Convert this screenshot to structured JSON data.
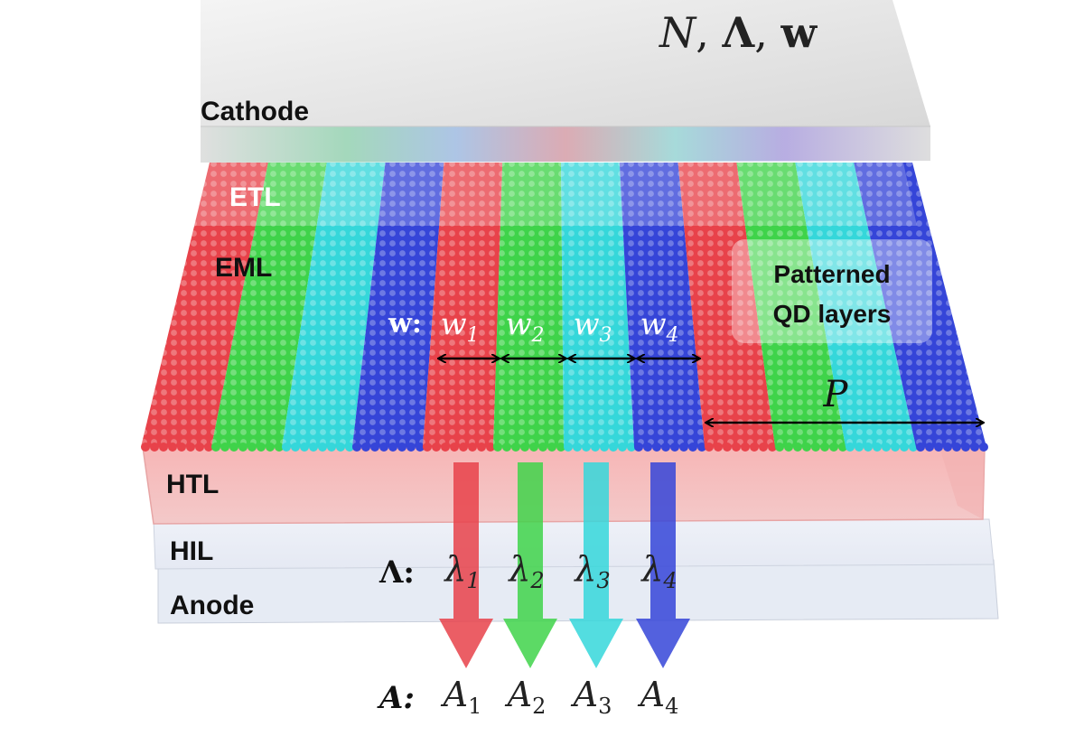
{
  "header": {
    "params_label": "N, Λ, w"
  },
  "layers": [
    {
      "name": "Cathode"
    },
    {
      "name": "ETL"
    },
    {
      "name": "EML"
    },
    {
      "name": "HTL"
    },
    {
      "name": "HIL"
    },
    {
      "name": "Anode"
    }
  ],
  "callout": {
    "line1": "Patterned",
    "line2": "QD layers"
  },
  "period_label": "P",
  "stripe_colors": [
    "#e8424a",
    "#3fd34a",
    "#35d7da",
    "#3545d8"
  ],
  "widths": {
    "prefix": "w:",
    "items": [
      "w1",
      "w2",
      "w3",
      "w4"
    ],
    "sub": [
      "1",
      "2",
      "3",
      "4"
    ],
    "base": "w"
  },
  "wavelengths": {
    "prefix": "Λ:",
    "base": "λ",
    "sub": [
      "1",
      "2",
      "3",
      "4"
    ]
  },
  "amplitudes": {
    "prefix": "A:",
    "base": "A",
    "sub": [
      "1",
      "2",
      "3",
      "4"
    ]
  }
}
